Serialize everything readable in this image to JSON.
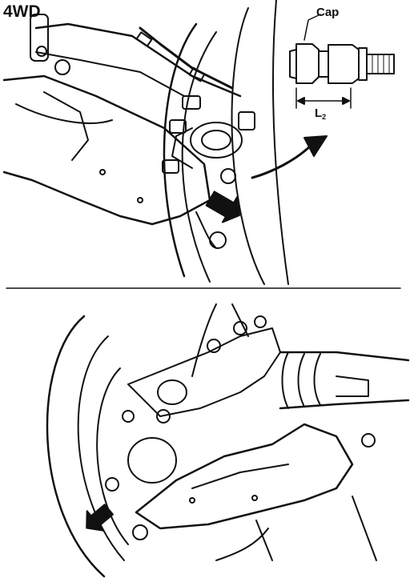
{
  "labels": {
    "variant": "4WD",
    "cap": "Cap",
    "length_letter": "L",
    "length_subscript": "2"
  },
  "colors": {
    "ink": "#111111",
    "paper": "#ffffff"
  },
  "icons": {
    "pointer_arrow": "filled-black-arrow",
    "leader_arrow": "curved-arrow"
  }
}
